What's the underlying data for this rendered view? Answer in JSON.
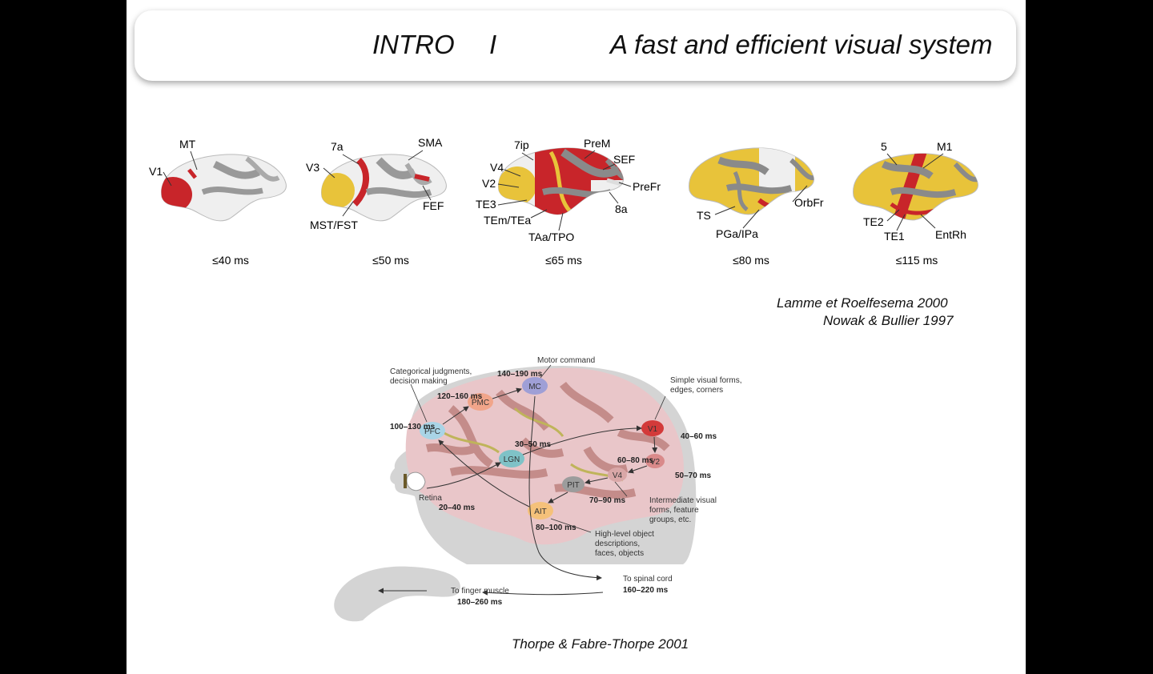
{
  "title": {
    "intro": "INTRO",
    "separator": "I",
    "main": "A fast and efficient visual system"
  },
  "colors": {
    "red": "#c8252a",
    "yellow": "#e8c33a",
    "gray": "#8a8a8a",
    "white": "#f1f1f1"
  },
  "brains": [
    {
      "time": "≤40 ms",
      "labels": [
        "MT",
        "V1"
      ]
    },
    {
      "time": "≤50 ms",
      "labels": [
        "7a",
        "SMA",
        "V3",
        "FEF",
        "MST/FST"
      ]
    },
    {
      "time": "≤65 ms",
      "labels": [
        "7ip",
        "PreM",
        "SEF",
        "V4",
        "V2",
        "PreFr",
        "TE3",
        "8a",
        "TEm/TEa",
        "TAa/TPO"
      ]
    },
    {
      "time": "≤80 ms",
      "labels": [
        "OrbFr",
        "TS",
        "PGa/IPa"
      ]
    },
    {
      "time": "≤115 ms",
      "labels": [
        "5",
        "M1",
        "TE2",
        "TE1",
        "EntRh"
      ]
    }
  ],
  "citations": {
    "top_line1": "Lamme et Roelfesema 2000",
    "top_line2": "Nowak & Bullier 1997",
    "bottom": "Thorpe & Fabre-Thorpe 2001"
  },
  "pathway": {
    "areas": [
      "MC",
      "PMC",
      "PFC",
      "LGN",
      "V1",
      "V2",
      "V4",
      "PIT",
      "AIT"
    ],
    "annotations": {
      "motor": "Motor command",
      "categorical_1": "Categorical judgments,",
      "categorical_2": "decision making",
      "simple_1": "Simple visual forms,",
      "simple_2": "edges, corners",
      "intermediate_1": "Intermediate visual",
      "intermediate_2": "forms, feature",
      "intermediate_3": "groups, etc.",
      "highlevel_1": "High-level object",
      "highlevel_2": "descriptions,",
      "highlevel_3": "faces, objects",
      "retina": "Retina",
      "spinal": "To spinal cord",
      "finger": "To finger muscle"
    },
    "latencies": {
      "mc": "140–190 ms",
      "pmc": "120–160 ms",
      "pfc": "100–130 ms",
      "lgn": "30–50 ms",
      "v1": "40–60 ms",
      "v4": "60–80 ms",
      "v2": "50–70 ms",
      "pit": "70–90 ms",
      "ait": "80–100 ms",
      "retina": "20–40 ms",
      "spinal": "160–220 ms",
      "finger": "180–260 ms"
    }
  }
}
